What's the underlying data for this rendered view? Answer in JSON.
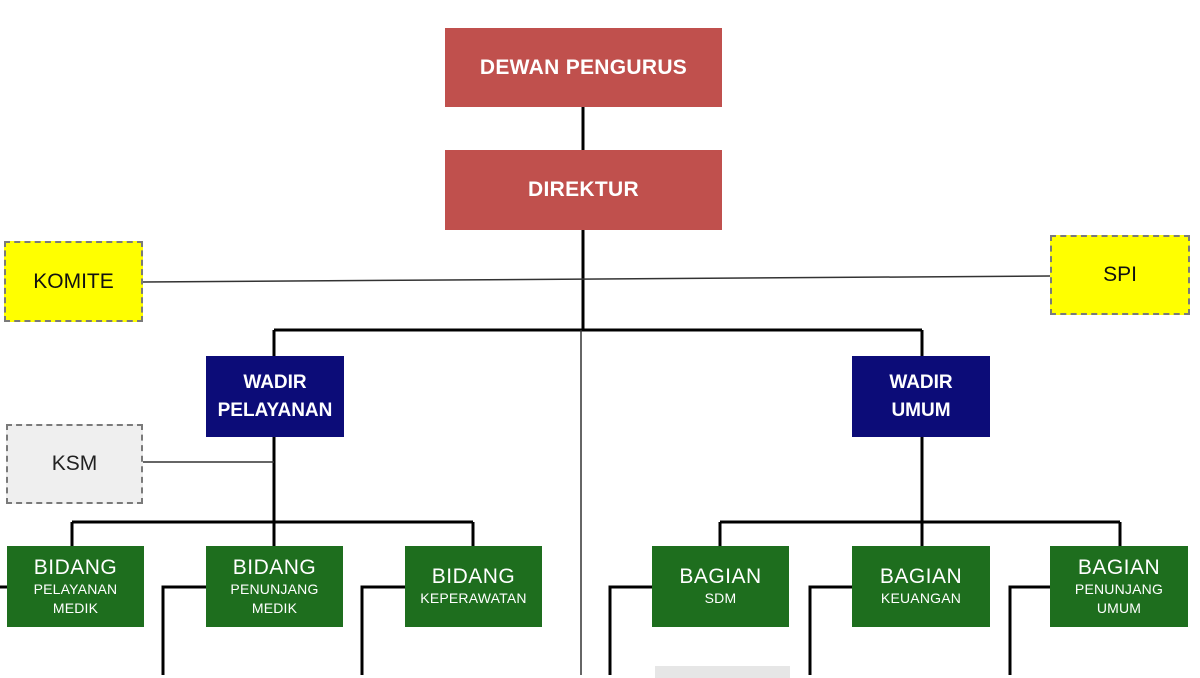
{
  "org": {
    "dewan": "DEWAN PENGURUS",
    "direktur": "DIREKTUR",
    "komite": "KOMITE",
    "spi": "SPI",
    "ksm": "KSM",
    "wadir_pelayanan": [
      "WADIR",
      "PELAYANAN"
    ],
    "wadir_umum": [
      "WADIR",
      "UMUM"
    ],
    "bidang_pelayanan_medik": [
      "BIDANG",
      "PELAYANAN",
      "MEDIK"
    ],
    "bidang_penunjang_medik": [
      "BIDANG",
      "PENUNJANG",
      "MEDIK"
    ],
    "bidang_keperawatan": [
      "BIDANG",
      "KEPERAWATAN"
    ],
    "bagian_sdm": [
      "BAGIAN",
      "SDM"
    ],
    "bagian_keuangan": [
      "BAGIAN",
      "KEUANGAN"
    ],
    "bagian_penunjang_umum": [
      "BAGIAN",
      "PENUNJANG",
      "UMUM"
    ]
  },
  "colors": {
    "top_level": "#c0504d",
    "wadir": "#0c0c78",
    "unit": "#1e6e1e",
    "staff": "#ffff00",
    "ksm": "#efefef"
  }
}
